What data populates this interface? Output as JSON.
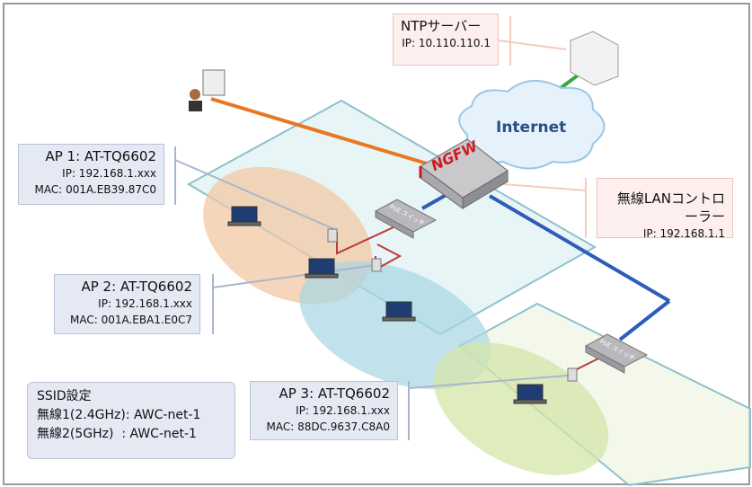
{
  "ntp": {
    "title": "NTPサーバー",
    "ip": "IP: 10.110.110.1"
  },
  "internet": "Internet",
  "ngfw": "NGFW",
  "controller": {
    "title": "無線LANコントローラー",
    "ip": "IP: 192.168.1.1"
  },
  "switch_label": "PoE スイッチ",
  "aps": [
    {
      "title": "AP 1: AT-TQ6602",
      "ip": "IP: 192.168.1.xxx",
      "mac": "MAC: 001A.EB39.87C0"
    },
    {
      "title": "AP 2: AT-TQ6602",
      "ip": "IP: 192.168.1.xxx",
      "mac": "MAC: 001A.EBA1.E0C7"
    },
    {
      "title": "AP 3: AT-TQ6602",
      "ip": "IP: 192.168.1.xxx",
      "mac": "MAC: 88DC.9637.C8A0"
    }
  ],
  "ssid": {
    "title": "SSID設定",
    "line1": "無線1(2.4GHz): AWC-net-1",
    "line2": "無線2(5GHz)  : AWC-net-1"
  },
  "colors": {
    "wan_link": "#e87722",
    "lan_link": "#2e5cb8",
    "internet_link": "#3aa83a",
    "poe_link": "#c0393b"
  }
}
